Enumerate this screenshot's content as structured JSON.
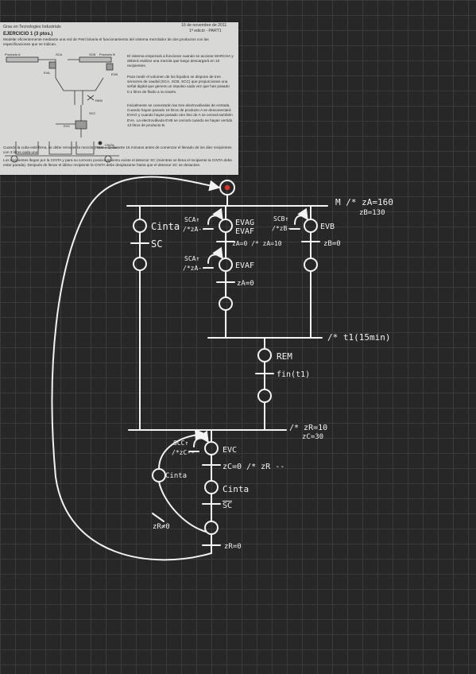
{
  "document": {
    "header_left": "Grau en Tecnologies Industrials",
    "header_right": "16 de novembre de 2011",
    "edition": "1ª edició - PART1",
    "title": "EJERCICIO 1 (3 ptos.)",
    "intro": "Modelar eficientemente mediante una red de Petri binaria el funcionamiento del sistema mezclador de dos productos con las especificaciones que se indican.",
    "para1": "El sistema empezará a funcionar cuando se accione MARCHA y deberá realizar una mezcla que luego descargará en 10 recipientes.",
    "para2": "Para medir el volumen de los líquidos se dispone de tres sensores de caudal (SCA, SCB, SCC) que proporcionan una señal digital que genera un impulso cada vez que han pasado 0.1 litros de fluido a su través.",
    "para3": "Inicialmente se conectarán las tres electroválvulas de entrada. Cuando hayan pasado 16 litros de producto A se desconectará EVAG y cuando hayan pasado otro litro de A se cerrará también EVA. La electroválvula EVB se cerrará cuando se hayan vertido 13 litros de producto B.",
    "para4": "Cuando la cuba esté llena, se debe remover la mezcla (REM = 1) durante 15 minutos antes de comenzar el llenado de los diez recipientes con 3 litros cada uno.",
    "para5": "Los recipientes llegan por la CINTA y para su correcto posicionamiento existe el detector SC (mientras se llena el recipiente la CINTA debe estar parada). Después de llenar el último recipiente la CINTA debe desplazarse hasta que el detector SC se desactive.",
    "diagram_labels": {
      "prod_a": "Producto A",
      "prod_b": "Producto B",
      "eva": "EVA",
      "evb": "EVB",
      "sca": "SCA",
      "scb": "SCB",
      "scc": "SCC",
      "rem": "REM",
      "evc": "EVC",
      "cinta": "CINTA"
    }
  },
  "petri": {
    "t1_label": "M /* zA=160",
    "t1_label2": "zB=130",
    "pa1_label": "Cinta",
    "sc_label": "SC",
    "sca_arc1": "SCA↑",
    "inc_a1": "/*zA--",
    "pa2_label1": "EVAG",
    "pa2_label2": "EVAF",
    "cond_a1": "zA=0 /* zA=10",
    "sca_arc2": "SCA↑",
    "inc_a2": "/*zA--",
    "pa3_label": "EVAF",
    "cond_a2": "zA=0",
    "scb_arc": "SCB↑",
    "inc_b": "/*zB--",
    "pb1_label": "EVB",
    "cond_b": "zB=0",
    "sync_label": "/* t1(15min)",
    "rem_label": "REM",
    "fin_label": "fin(t1)",
    "t_cycle_label1": "/* zR=10",
    "t_cycle_label2": "zC=30",
    "scc_arc": "SCC↑",
    "inc_c": "/*zC--",
    "evc_label": "EVC",
    "cond_c": "zC=0 /* zR --",
    "cinta_side_label": "Cinta",
    "cinta2_label": "Cinta",
    "sc_neg_label": "SC",
    "zr_neq_label": "zR≠0",
    "zr_eq_label": "zR=0",
    "colors": {
      "ink": "#f2f2f2",
      "token": "#e0322b",
      "background": "#272727",
      "grid": "#3a3a3a"
    }
  }
}
